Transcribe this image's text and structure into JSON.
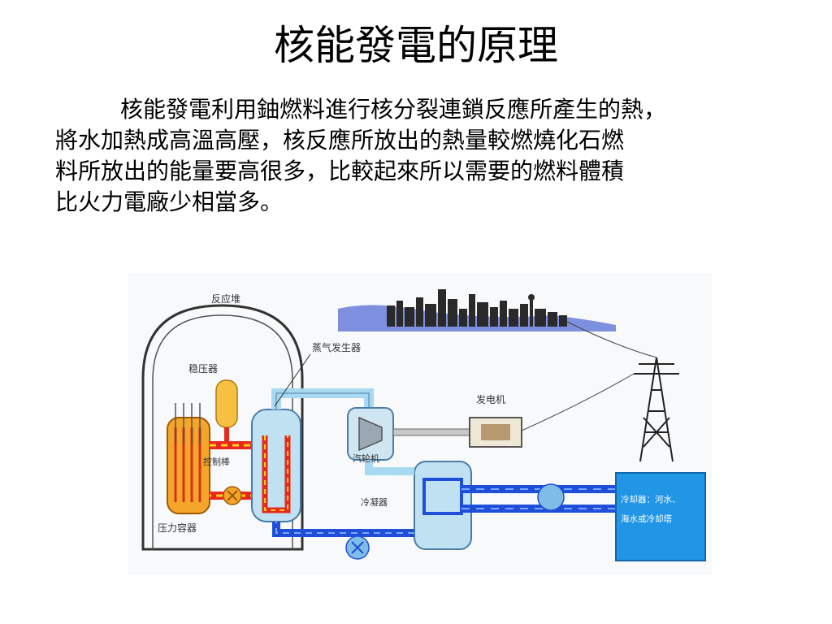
{
  "title": "核能發電的原理",
  "body_lines": [
    "核能發電利用鈾燃料進行核分裂連鎖反應所產生的熱，",
    "將水加熱成高溫高壓，核反應所放出的熱量較燃燒化石燃",
    "料所放出的能量要高很多，比較起來所以需要的燃料體積",
    "比火力電廠少相當多。"
  ],
  "diagram": {
    "labels": {
      "reactor": "反应堆",
      "steam_generator": "蒸气发生器",
      "pressurizer": "稳压器",
      "generator": "发电机",
      "control_rods": "控制棒",
      "turbine": "汽轮机",
      "condenser": "冷凝器",
      "pressure_vessel": "压力容器",
      "cooling_line1": "冷却器：河水、",
      "cooling_line2": "海水或冷却塔"
    },
    "colors": {
      "hot_loop": "#e8281e",
      "hot_loop_dash": "#ffd21a",
      "cold_loop": "#1f4fd8",
      "steam": "#a9d9f0",
      "cooling_box": "#2196e6",
      "city": "#2a2a2a",
      "sky_band": "#7f8fe0"
    }
  }
}
